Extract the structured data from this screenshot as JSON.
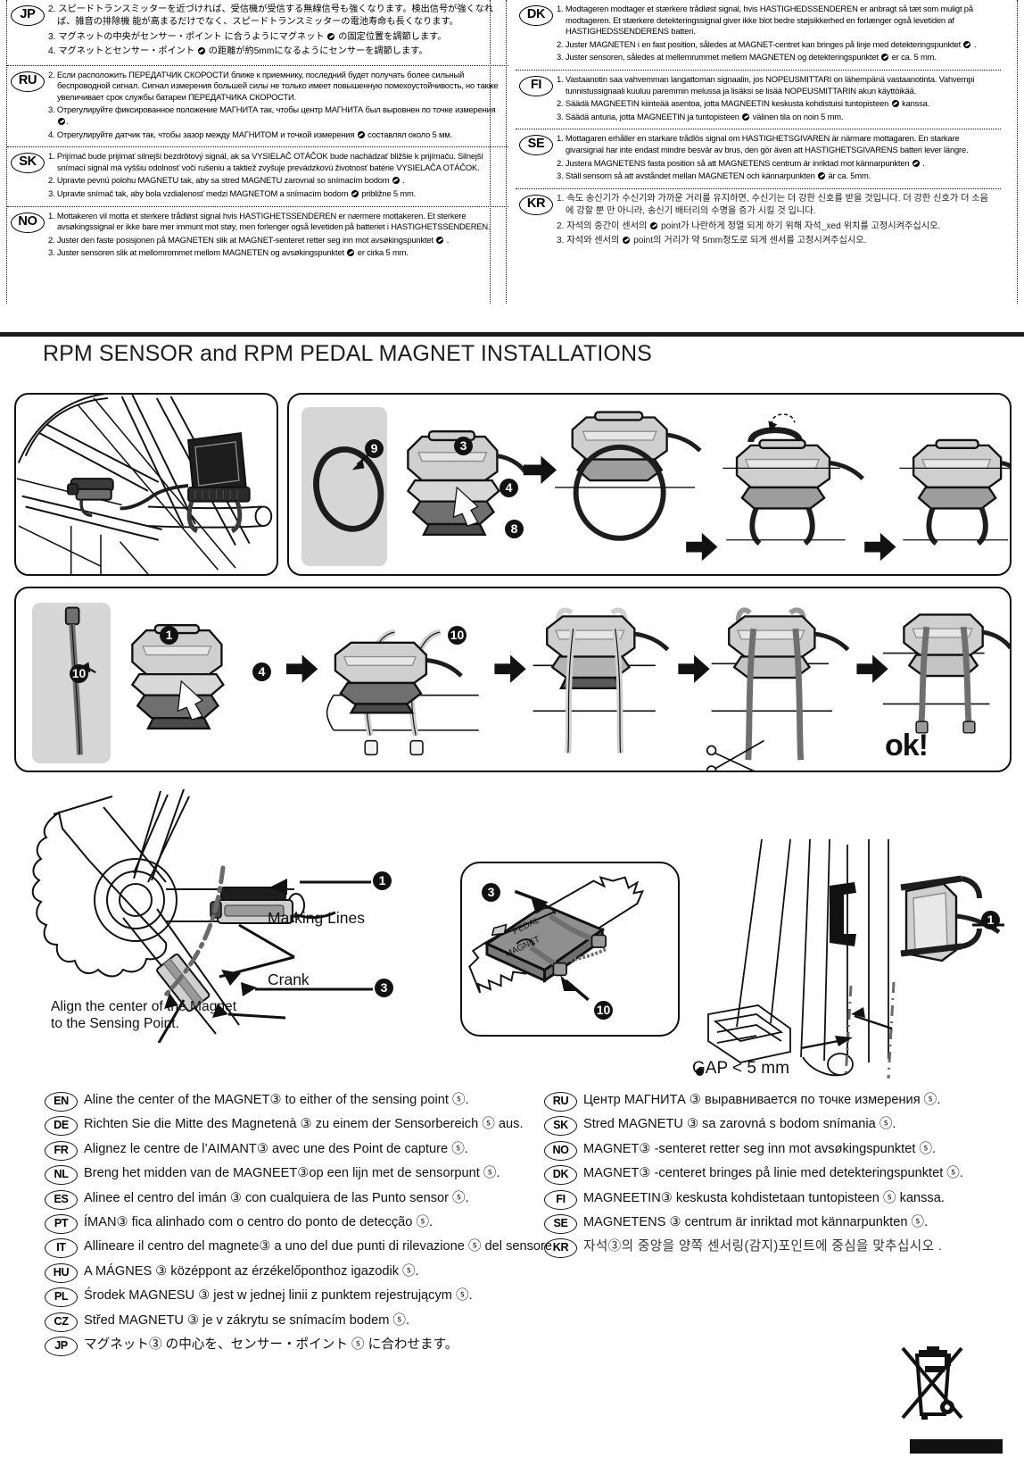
{
  "title": "RPM SENSOR and RPM PEDAL MAGNET INSTALLATIONS",
  "top_languages": {
    "left": [
      {
        "code": "JP",
        "script": "jp",
        "lines": [
          "2. スピードトランスミッターを近づければ、受信機が受信する無線信号も強くなります。検出信号が強くなれば、雑音の排除機 能が高まるだけでなく、スピードトランスミッターの電池寿命も長くなります。",
          "3. マグネットの中央がセンサー・ポイント に合うようにマグネット ◕ の固定位置を調節します。",
          "4. マグネットとセンサー・ポイント ◕ の距離が約5mmになるようにセンサーを調節します。"
        ]
      },
      {
        "code": "RU",
        "script": "latin",
        "lines": [
          "2. Если расположить ПЕРЕДАТЧИК СКОРОСТИ  ближе к приемнику, последний будет получать более сильный беспроводной сигнал. Сигнал измерения большей силы не только имеет повышенную помехоустойчивость, но также увеличивает срок службы батареи ПЕРЕДАТЧИКА СКОРОСТИ.",
          "3. Отрегулируйте фиксированное положение МАГНИТА так, чтобы центр МАГНИТА был выровнен по точке измерения ◕.",
          "4. Отрегулируйте датчик так, чтобы зазор между МАГНИТОМ и точкой измерения ◕ составлял около 5 мм."
        ]
      },
      {
        "code": "SK",
        "script": "latin",
        "lines": [
          "1. Prijímač bude prijímať silnejší bezdrôtový signál, ak sa VYSIELAČ OTÁČOK bude nachádzať bližšie k prijímaču. Silnejší snímací signál má vyššiu odolnosť voči rušeniu a taktiež zvyšuje prevádzkovú životnosť batérie VYSIELAČA OTÁČOK.",
          "2. Upravte pevnú polohu MAGNETU tak, aby sa stred MAGNETU zarovnal so snímacím bodom ◕ .",
          "3. Upravte snímač tak, aby bola vzdialenosť medzi MAGNETOM a snímacím bodom ◕ približne 5 mm."
        ]
      },
      {
        "code": "NO",
        "script": "latin",
        "lines": [
          "1. Mottakeren vil motta et sterkere trådløst signal hvis HASTIGHETSSENDEREN er nærmere mottakeren. Et sterkere avsøkingssignal er ikke bare mer immunt mot støy, men forlenger også levetiden på batteriet i HASTIGHETSSENDEREN.",
          "2. Juster den faste posisjonen på MAGNETEN slik at MAGNET-senteret retter seg inn mot avsøkingspunktet ◕ .",
          "3. Juster sensoren slik at mellomrommet mellom MAGNETEN og avsøkingspunktet ◕ er cirka 5 mm."
        ]
      }
    ],
    "right": [
      {
        "code": "DK",
        "script": "latin",
        "lines": [
          "1. Modtageren modtager et stærkere trådløst signal, hvis HASTIGHEDSSENDEREN er anbragt så tæt som muligt på modtageren. Et stærkere detekteringssignal giver ikke blot bedre støjsikkerhed en forlænger også levetiden af HASTIGHEDSSENDERENS batteri.",
          "2. Juster MAGNETEN i en fast position, således at MAGNET-centret kan bringes på linje med detekteringspunktet ◕ .",
          "3. Juster sensoren, således at mellemrummet mellem MAGNETEN og detekteringspunktet ◕ er ca. 5 mm."
        ]
      },
      {
        "code": "FI",
        "script": "latin",
        "lines": [
          "1. Vastaanotin saa vahvemman langattoman signaalin, jos NOPEUSMITTARI on lähempänä vastaanotinta. Vahvempi tunnistussignaali kuuluu paremmin melussa ja lisäksi se lisää NOPEUSMITTARIN akun käyttöikää.",
          "2. Säädä MAGNEETIN kiinteää asentoa, jotta MAGNEETIN keskusta kohdistuisi tuntopisteen ◕ kanssa.",
          "3. Säädä anturia, jotta MAGNEETIN ja tuntopisteen ◕  välinen tila on noin 5 mm."
        ]
      },
      {
        "code": "SE",
        "script": "latin",
        "lines": [
          "1. Mottagaren erhåller en starkare trådlös signal om HASTIGHETSGIVAREN är närmare mottagaren. En starkare givarsignal har inte endast mindre besvär av brus, den gör även att HASTIGHETSGIVARENS batteri lever längre.",
          "2. Justera MAGNETENS fasta position så att MAGNETENS centrum är inriktad mot kännarpunkten ◕ .",
          "3. Ställ sensorn så att avståndet mellan MAGNETEN och kännarpunkten ◕ är ca. 5mm."
        ]
      },
      {
        "code": "KR",
        "script": "kr",
        "lines": [
          "1. 속도 송신기가 수신기와 가까운 거리를 유지하면, 수신기는 더 강한 신호를 받을 것입니다. 더 강한 신호가 더 소음에 강할 뿐 만 아니라, 송신기 배터리의 수명을 증가 시킬 것 입니다.",
          "2. 자석의 중간이 센서의 ◕ point가 나란하게 정열 되게 하기 위해 자석_xed 위치를 고정시켜주십시오.",
          "3. 자석와 센서의 ◕ point의 거리가 약 5mm정도로 되게 센서를 고정시켜주십시오."
        ]
      }
    ]
  },
  "panels": {
    "panel_a_callouts": [],
    "panel_b_callouts": [
      "9",
      "3",
      "4",
      "8"
    ],
    "panel_c_callouts": [
      "10",
      "1",
      "4",
      "10"
    ],
    "ok_label": "ok!"
  },
  "diagram_labels": {
    "marking_lines": "Marking Lines",
    "crank": "Crank",
    "align": "Align the center of the Magnet\nto the Sensing Point.",
    "gap": "GAP < 5 mm",
    "pedal_magnet": "PEDAL MAGNET",
    "crank_callouts": [
      "1",
      "3"
    ],
    "pedal_callouts": [
      "3",
      "10"
    ],
    "frame_callouts": [
      "1"
    ]
  },
  "bottom_languages": {
    "left": [
      {
        "code": "EN",
        "text": "Aline the center of the MAGNET③ to either of the sensing point ⓢ."
      },
      {
        "code": "DE",
        "text": "Richten Sie die Mitte des Magnetenà ③ zu einem der Sensorbereich ⓢ aus."
      },
      {
        "code": "FR",
        "text": "Alignez le centre de l’AIMANT③ avec une des Point de capture ⓢ."
      },
      {
        "code": "NL",
        "text": "Breng het midden van de MAGNEET③op een lijn met de sensorpunt ⓢ."
      },
      {
        "code": "ES",
        "text": "Alinee el centro del imán ③ con cualquiera de las Punto sensor ⓢ."
      },
      {
        "code": "PT",
        "text": "ÍMAN③  fica alinhado com o centro do ponto de detecção ⓢ."
      },
      {
        "code": "IT",
        "text": "Allineare il centro del magnete③ a uno del due punti di rilevazione ⓢ del sensore."
      },
      {
        "code": "HU",
        "text": "A MÁGNES ③ középpont az érzékelőponthoz igazodik ⓢ."
      },
      {
        "code": "PL",
        "text": "Środek MAGNESU ③ jest w jednej linii z punktem rejestrującym ⓢ."
      },
      {
        "code": "CZ",
        "text": "Střed MAGNETU ③ je v zákrytu se snímacím bodem ⓢ."
      },
      {
        "code": "JP",
        "text": "マグネット③ の中心を、センサー・ポイント ⓢ に合わせます。"
      }
    ],
    "right": [
      {
        "code": "RU",
        "text": "Центр МАГНИТА ③ выравнивается по точке измерения ⓢ."
      },
      {
        "code": "SK",
        "text": "Stred MAGNETU ③ sa zarovná s bodom snímania ⓢ."
      },
      {
        "code": "NO",
        "text": "MAGNET③ -senteret retter seg inn mot avsøkingspunktet ⓢ."
      },
      {
        "code": "DK",
        "text": "MAGNET③ -centeret bringes på linie med detekteringspunktet ⓢ."
      },
      {
        "code": "FI",
        "text": "MAGNEETIN③  keskusta kohdistetaan tuntopisteen ⓢ kanssa."
      },
      {
        "code": "SE",
        "text": "MAGNETENS ③ centrum är inriktad mot kännarpunkten ⓢ."
      },
      {
        "code": "KR",
        "text": "자석③의 중앙을 양쪽 센서링(감지)포인트에 중심을 맞추십시오    ."
      }
    ]
  },
  "colors": {
    "ink": "#111111",
    "grey_box": "#d6d6d6",
    "part_light": "#d2d2d2",
    "part_mid": "#9a9a9a",
    "part_dark": "#4d4d4d"
  }
}
